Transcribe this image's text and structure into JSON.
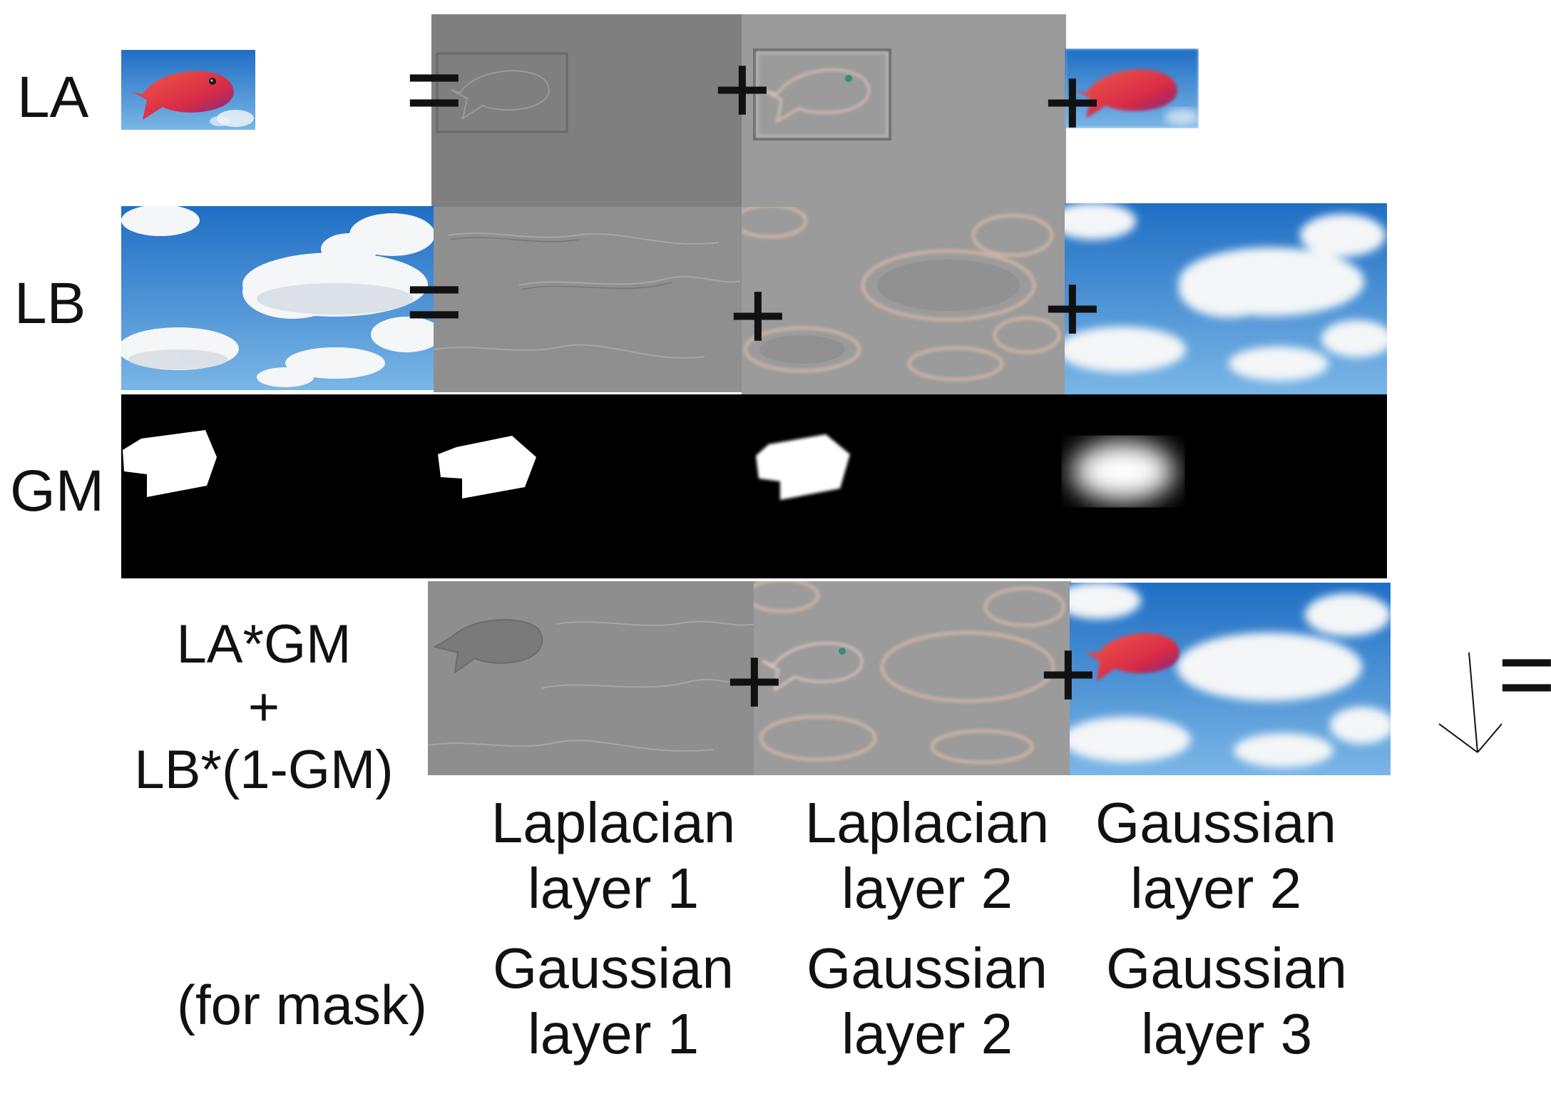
{
  "rows": {
    "la": "LA",
    "lb": "LB",
    "gm": "GM"
  },
  "operators": {
    "equals": "=",
    "plus": "+"
  },
  "formula": {
    "line1": "LA*GM",
    "line2": "+",
    "line3": "LB*(1-GM)"
  },
  "captions": {
    "upper": [
      {
        "line1": "Laplacian",
        "line2": "layer 1"
      },
      {
        "line1": "Laplacian",
        "line2": "layer 2"
      },
      {
        "line1": "Gaussian",
        "line2": "layer 2"
      }
    ],
    "mask_note": "(for mask)",
    "lower": [
      {
        "line1": "Gaussian",
        "line2": "layer 1"
      },
      {
        "line1": "Gaussian",
        "line2": "layer 2"
      },
      {
        "line1": "Gaussian",
        "line2": "layer 3"
      }
    ]
  },
  "colors": {
    "sky": "#2f7fd0",
    "sky_light": "#7db9e8",
    "cloud": "#f4f6f8",
    "fish": "#e0344a",
    "laplacian_gray": "#8c8c8c",
    "mask_black": "#000000",
    "mask_white": "#ffffff"
  }
}
